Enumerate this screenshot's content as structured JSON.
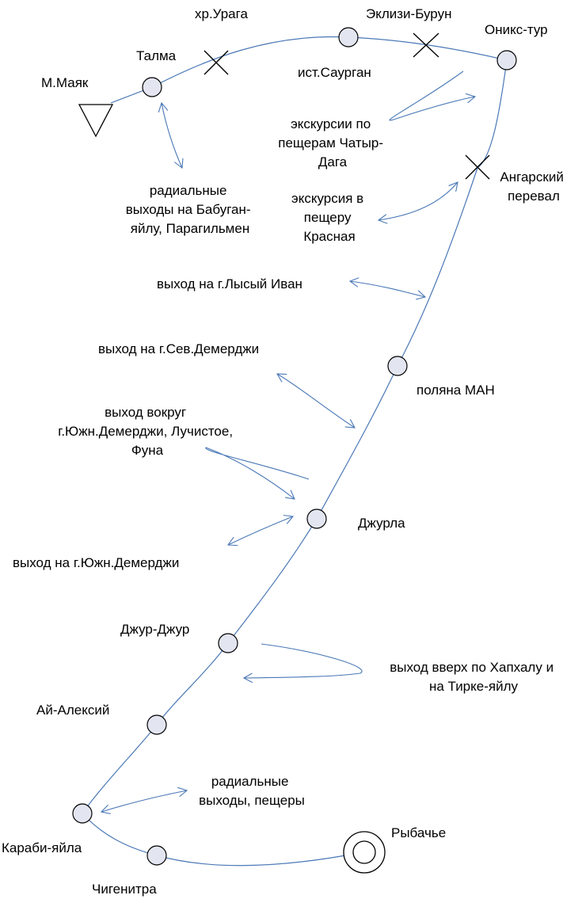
{
  "colors": {
    "route": "#4a78b6",
    "node_fill": "#e3e6f0",
    "outline": "#000000"
  },
  "start": {
    "label": "М.Маяк",
    "icon": "triangle-start-icon"
  },
  "finish": {
    "label": "Рыбачье",
    "icon": "double-circle-finish-icon"
  },
  "stops": [
    {
      "id": "talma",
      "label": "Талма"
    },
    {
      "id": "saurgan",
      "label": "ист.Саурган"
    },
    {
      "id": "oniks",
      "label": "Оникс-тур"
    },
    {
      "id": "polyana",
      "label": "поляна МАН"
    },
    {
      "id": "dzhurla",
      "label": "Джурла"
    },
    {
      "id": "dzhur",
      "label": "Джур-Джур"
    },
    {
      "id": "ayaleksiy",
      "label": "Ай-Алексий"
    },
    {
      "id": "karabi",
      "label": "Караби-яйла"
    },
    {
      "id": "chigenitra",
      "label": "Чигенитра"
    }
  ],
  "passes": [
    {
      "id": "uraga",
      "label": "хр.Урага"
    },
    {
      "id": "eklizi",
      "label": "Эклизи-Бурун"
    },
    {
      "id": "angarsky",
      "label": [
        "Ангарский",
        "перевал"
      ]
    }
  ],
  "excursions": [
    {
      "id": "babugan",
      "lines": [
        "радиальные",
        "выходы на Бабуган-",
        "яйлу, Парагильмен"
      ]
    },
    {
      "id": "chatyrdag",
      "lines": [
        "экскурсии по",
        "пещерам Чатыр-",
        "Дага"
      ]
    },
    {
      "id": "krasnaya",
      "lines": [
        "экскурсия в",
        "пещеру",
        "Красная"
      ]
    },
    {
      "id": "lysy",
      "lines": [
        "выход на г.Лысый Иван"
      ]
    },
    {
      "id": "sevdem",
      "lines": [
        "выход на г.Сев.Демерджи"
      ]
    },
    {
      "id": "vokrug",
      "lines": [
        "выход вокруг",
        "г.Южн.Демерджи, Лучистое,",
        "Фуна"
      ]
    },
    {
      "id": "yuzhdem",
      "lines": [
        "выход на г.Южн.Демерджи"
      ]
    },
    {
      "id": "khapkhal",
      "lines": [
        "выход вверх по Хапхалу и",
        "на Тирке-яйлу"
      ]
    },
    {
      "id": "peshchery",
      "lines": [
        "радиальные",
        "выходы, пещеры"
      ]
    }
  ]
}
